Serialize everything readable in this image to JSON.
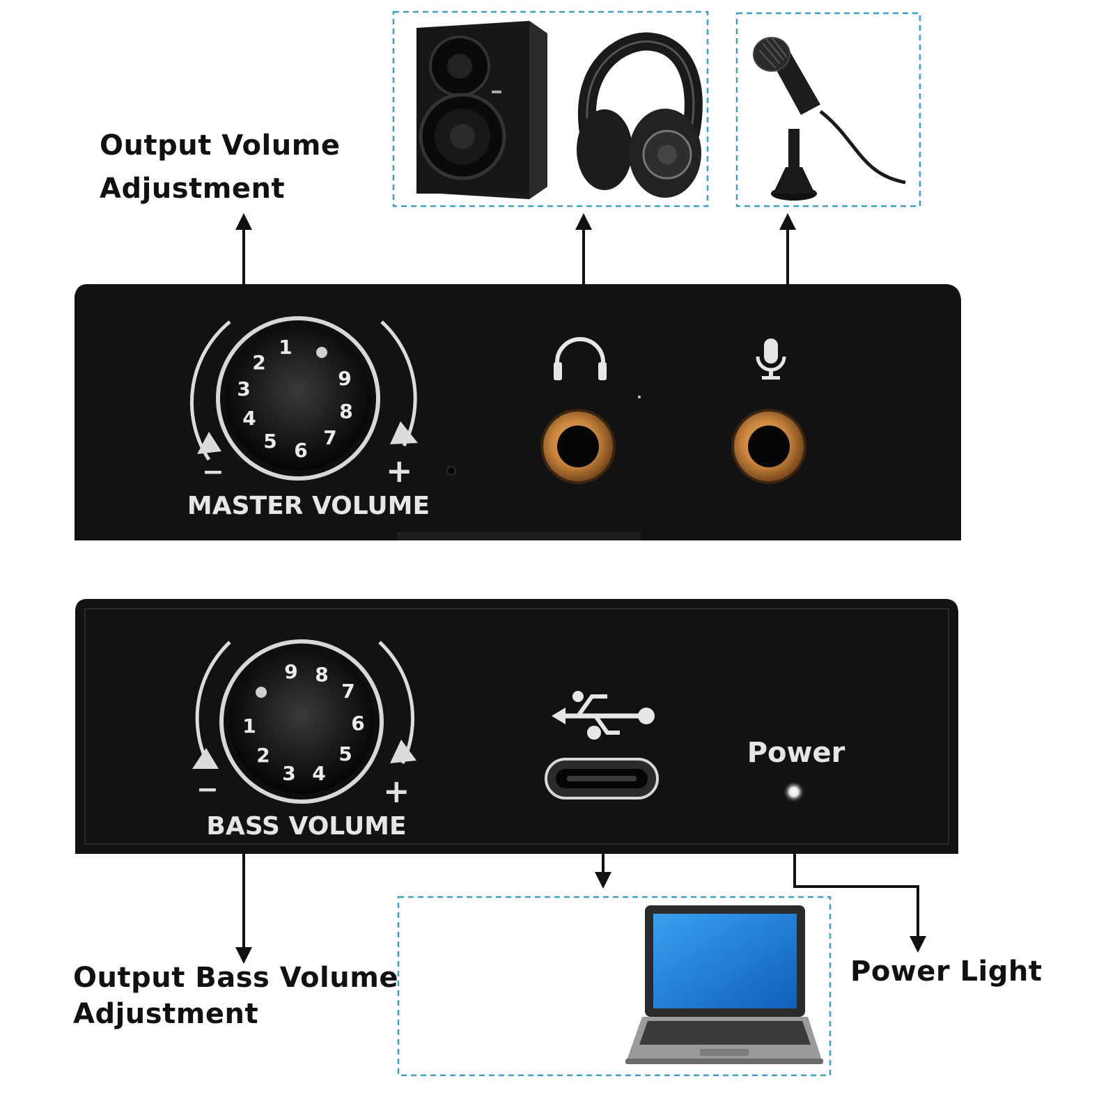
{
  "callouts": {
    "output_volume": {
      "line1": "Output Volume",
      "line2": "Adjustment"
    },
    "output_bass_volume": {
      "line1": "Output Bass Volume",
      "line2": "Adjustment"
    },
    "power_light": "Power Light"
  },
  "front_panel": {
    "knob_label": "MASTER VOLUME",
    "knob_numbers": [
      "1",
      "2",
      "3",
      "4",
      "5",
      "6",
      "7",
      "8",
      "9"
    ],
    "minus": "−",
    "plus": "+"
  },
  "rear_panel": {
    "knob_label": "BASS VOLUME",
    "knob_numbers": [
      "1",
      "2",
      "3",
      "4",
      "5",
      "6",
      "7",
      "8",
      "9"
    ],
    "power_label": "Power",
    "minus": "−",
    "plus": "+"
  },
  "devices": {
    "output_group": [
      "speaker",
      "headphones"
    ],
    "input_group": [
      "microphone"
    ],
    "computer_group": [
      "laptop"
    ]
  },
  "colors": {
    "panel": "#111111",
    "jack_ring": "#c8843d",
    "dashed_box": "#3a9ec4",
    "laptop_screen": "#1f7ad6"
  }
}
